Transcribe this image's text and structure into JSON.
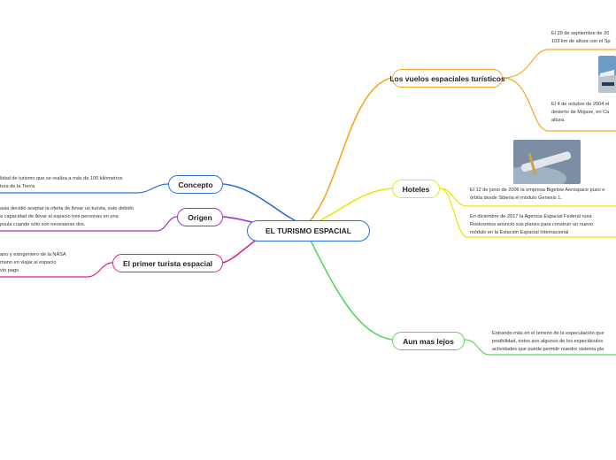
{
  "central": {
    "label": "EL TURISMO ESPACIAL"
  },
  "branches": {
    "vuelos": {
      "label": "Los vuelos espaciales turísticos",
      "color": "#f5a623",
      "notes": [
        "El 29 de septiembre de 20\n103 km de altura con el Sp",
        "El 4 de octubre de 2004 el\ndesierto de Mojave, en Ca\naltura."
      ]
    },
    "hoteles": {
      "label": "Hoteles",
      "color": "#e8e800",
      "notes": [
        "El 12 de junio de 2006 la empresa Bigelow Aerospace puso e\nórbita desde Siberia el módulo Genesis 1.",
        "En diciembre de 2017 la Agencia Espacial Federal rusa\nRoskosmos anunció sus planes para construir un nuevo\nmódulo en la Estación Espacial Internacional"
      ]
    },
    "lejos": {
      "label": "Aun mas lejos",
      "color": "#5cd65c",
      "notes": [
        "Entrando más en el terreno de la especulación que\nposibilidad, estos son algunos de los espectáculos\nactividades que puede permitir nuestro sistema pla"
      ]
    },
    "concepto": {
      "label": "Concepto",
      "color": "#2a6fdb",
      "notes": [
        "lidad de turismo que se realiza a más de 100 kilómetros\ntura de la Tierra"
      ]
    },
    "origen": {
      "label": "Origen",
      "color": "#9b2fc9",
      "notes": [
        "asia decidió aceptar la oferta de llevar un turista, esto debido\na capacidad de llevar al espacio tres personas en una\npsula cuando sólo son necesarias dos."
      ]
    },
    "primer": {
      "label": "El primer turista espacial",
      "color": "#e0218a",
      "notes": [
        "ano y exingeniero de la NASA\nmano en viajar al espacio\nvio pago"
      ]
    }
  }
}
